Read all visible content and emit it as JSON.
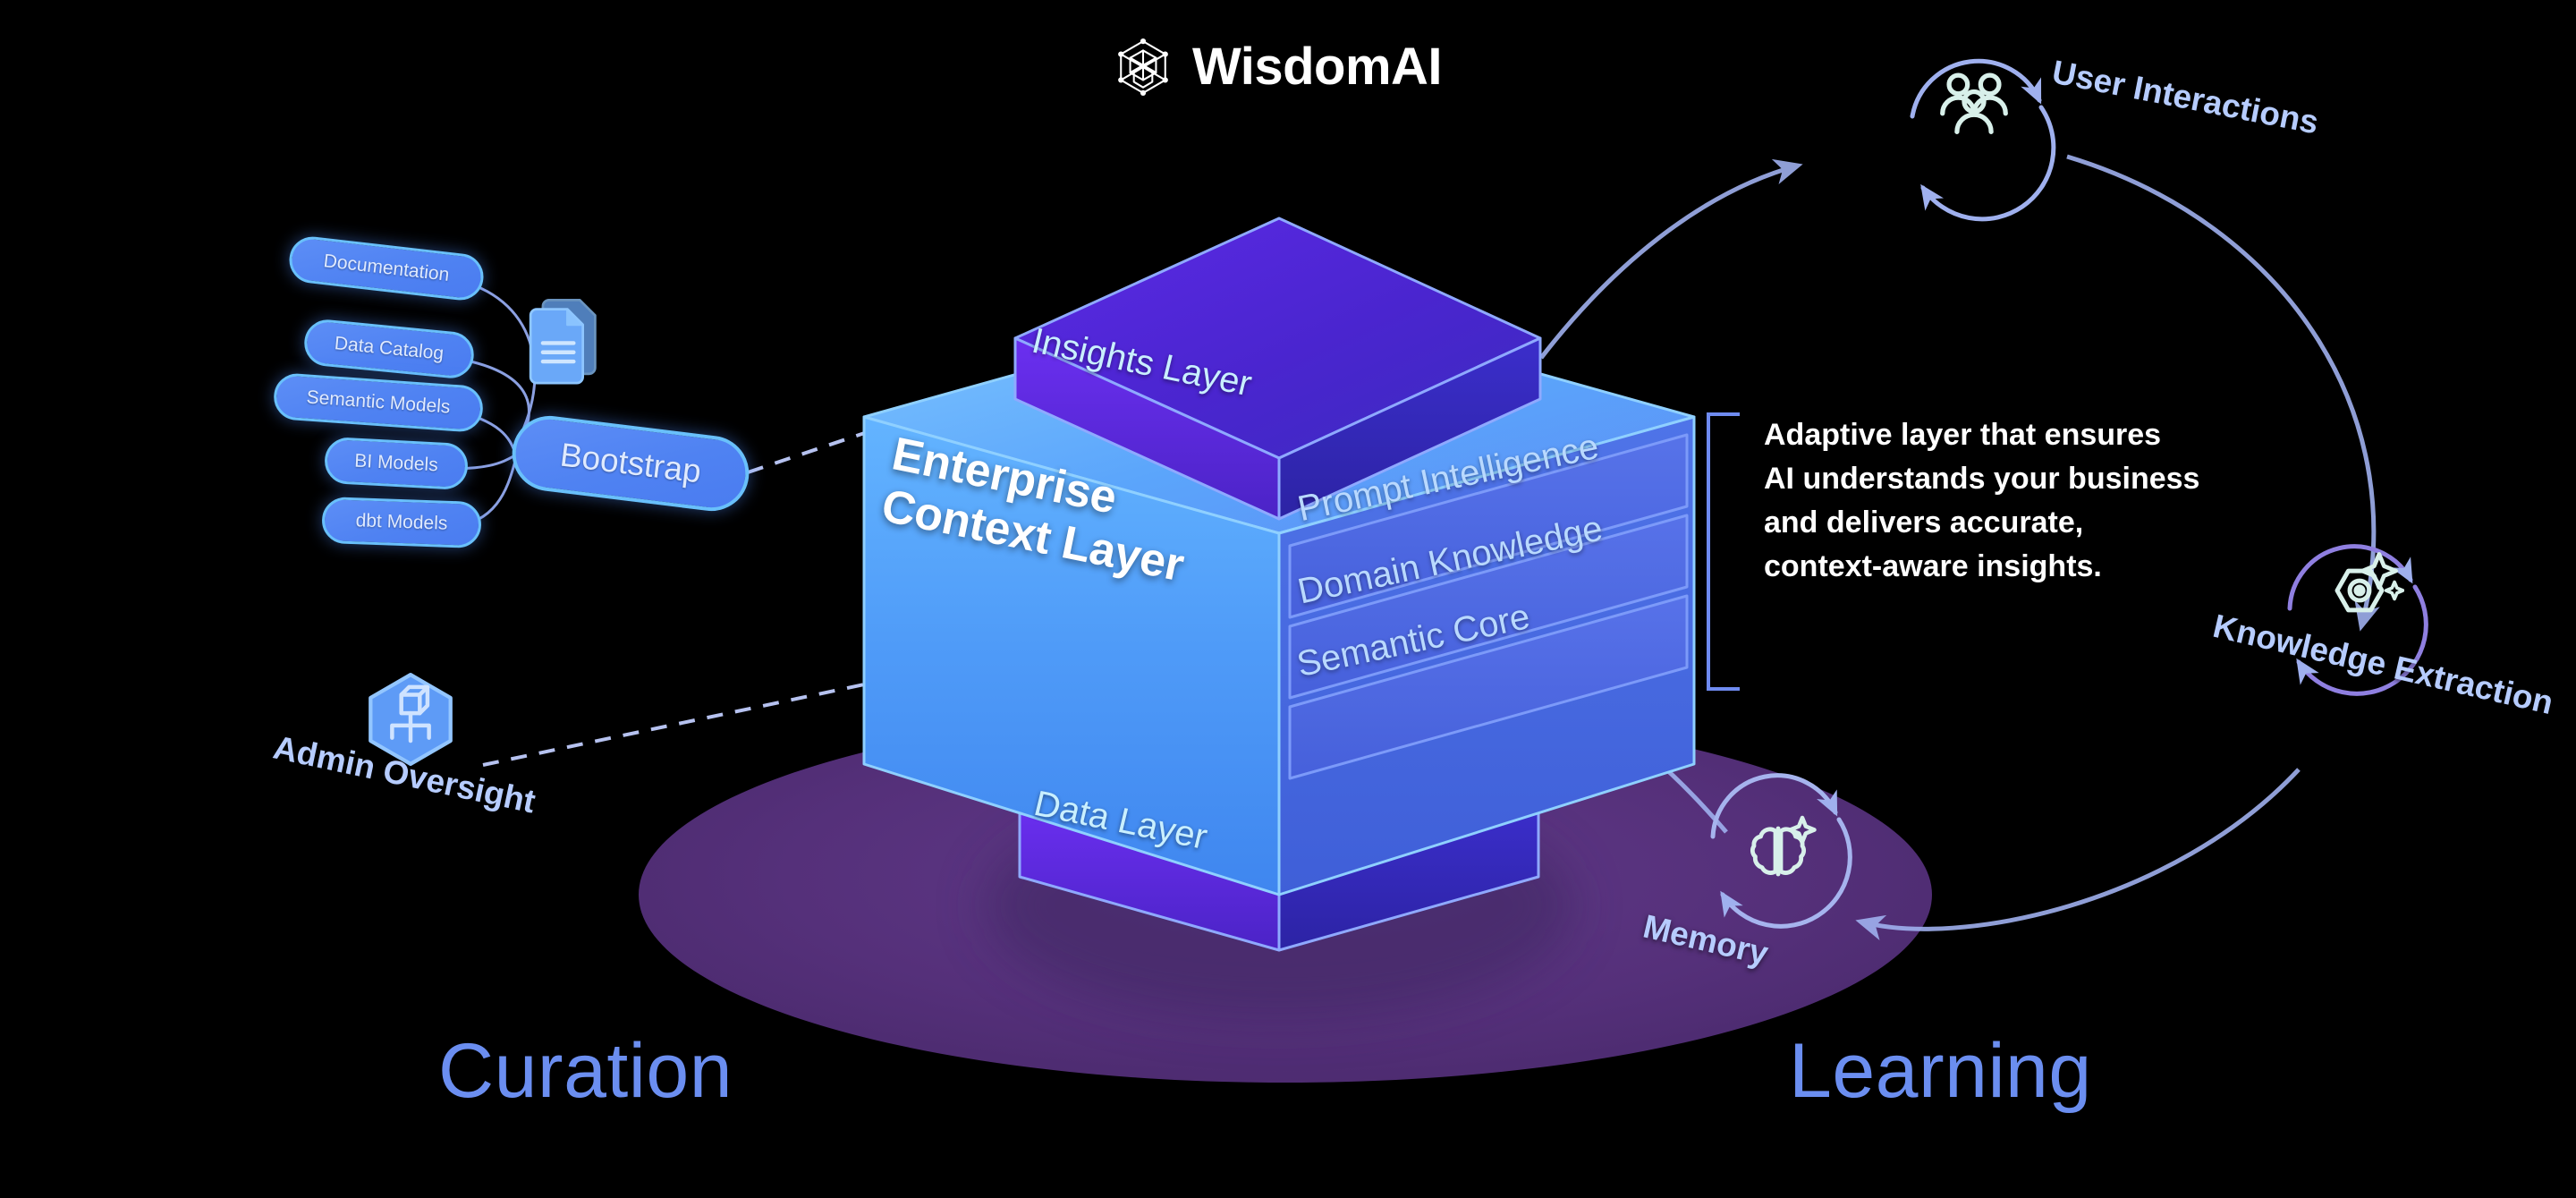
{
  "brand": {
    "name": "WisdomAI",
    "logo_icon": "hexagon-lattice-icon"
  },
  "curation": {
    "section_title": "Curation",
    "sources": [
      {
        "label": "Documentation"
      },
      {
        "label": "Data Catalog"
      },
      {
        "label": "Semantic Models"
      },
      {
        "label": "BI Models"
      },
      {
        "label": "dbt Models"
      }
    ],
    "documents_icon": "documents-stack-icon",
    "bootstrap": {
      "label": "Bootstrap"
    },
    "admin": {
      "label": "Admin Oversight",
      "icon": "hexagon-cube-hierarchy-icon"
    }
  },
  "stack": {
    "top_slab": {
      "label": "Insights Layer"
    },
    "core": {
      "title_line1": "Enterprise",
      "title_line2": "Context Layer"
    },
    "shelves": [
      {
        "label": "Prompt Intelligence"
      },
      {
        "label": "Domain Knowledge"
      },
      {
        "label": "Semantic Core"
      }
    ],
    "bottom_slab": {
      "label": "Data Layer"
    }
  },
  "description": {
    "lines": [
      "Adaptive layer that ensures",
      "AI understands your business",
      "and delivers accurate,",
      "context-aware insights."
    ]
  },
  "learning": {
    "section_title": "Learning",
    "nodes": [
      {
        "label": "User Interactions",
        "icon": "users-group-icon"
      },
      {
        "label": "Knowledge Extraction",
        "icon": "hexagon-eye-sparkle-icon"
      },
      {
        "label": "Memory",
        "icon": "brain-sparkle-icon"
      }
    ]
  },
  "colors": {
    "background": "#000000",
    "accent_blue": "#6b8ef0",
    "pill_fill": "#4f82f2",
    "pill_border": "#69c0fb",
    "core_face": "#4e9bf5",
    "slab_purple": "#5b2fd6",
    "ground_purple": "#59347e",
    "arrow_lavender": "#9fb0ee",
    "label_blue": "#b6ccff",
    "text_white": "#ffffff"
  }
}
